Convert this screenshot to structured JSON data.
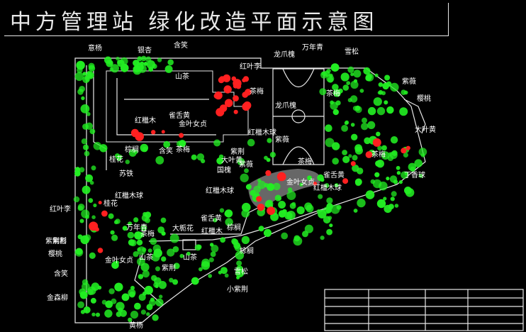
{
  "title": "中方管理站 绿化改造平面示意图",
  "labels": [
    {
      "id": "l1",
      "text": "意杨",
      "color": "white"
    },
    {
      "id": "l2",
      "text": "银杏",
      "color": "white"
    },
    {
      "id": "l3",
      "text": "含笑",
      "color": "white"
    },
    {
      "id": "l4",
      "text": "山茶",
      "color": "white"
    },
    {
      "id": "l5",
      "text": "红叶李",
      "color": "white"
    },
    {
      "id": "l6",
      "text": "龙爪槐",
      "color": "white"
    },
    {
      "id": "l7",
      "text": "万年青",
      "color": "white"
    },
    {
      "id": "l8",
      "text": "雪松",
      "color": "white"
    },
    {
      "id": "l9",
      "text": "茶梅",
      "color": "white"
    },
    {
      "id": "l10",
      "text": "茶梅",
      "color": "white"
    },
    {
      "id": "l11",
      "text": "樱桃",
      "color": "white"
    },
    {
      "id": "l12",
      "text": "紫薇",
      "color": "white"
    },
    {
      "id": "l13",
      "text": "红檵木",
      "color": "white"
    },
    {
      "id": "l14",
      "text": "雀舌黄",
      "color": "white"
    },
    {
      "id": "l15",
      "text": "金叶女贞",
      "color": "white"
    },
    {
      "id": "l16",
      "text": "龙爪槐",
      "color": "white"
    },
    {
      "id": "l17",
      "text": "红檵木球",
      "color": "white"
    },
    {
      "id": "l18",
      "text": "含笑",
      "color": "white"
    },
    {
      "id": "l19",
      "text": "茶梅",
      "color": "white"
    },
    {
      "id": "l20",
      "text": "桂花",
      "color": "white"
    },
    {
      "id": "l21",
      "text": "苏铁",
      "color": "white"
    },
    {
      "id": "l22",
      "text": "红檵木球",
      "color": "white"
    },
    {
      "id": "l23",
      "text": "棕榈",
      "color": "white"
    },
    {
      "id": "l24",
      "text": "紫薇",
      "color": "white"
    },
    {
      "id": "l25",
      "text": "大叶黄",
      "color": "white"
    },
    {
      "id": "l26",
      "text": "丁香球",
      "color": "white"
    },
    {
      "id": "l27",
      "text": "茶梅",
      "color": "white"
    },
    {
      "id": "l28",
      "text": "紫荆",
      "color": "white"
    },
    {
      "id": "l29",
      "text": "大叶黄",
      "color": "white"
    },
    {
      "id": "l30",
      "text": "雀舌黄",
      "color": "white"
    },
    {
      "id": "l31",
      "text": "金叶女贞",
      "color": "white"
    },
    {
      "id": "l32",
      "text": "红檵木球",
      "color": "white"
    },
    {
      "id": "l33",
      "text": "桂花",
      "color": "white"
    },
    {
      "id": "l34",
      "text": "茶梅",
      "color": "white"
    },
    {
      "id": "l35",
      "text": "紫薇",
      "color": "white"
    },
    {
      "id": "l36",
      "text": "国槐",
      "color": "white"
    },
    {
      "id": "l37",
      "text": "红檵木球",
      "color": "white"
    },
    {
      "id": "l38",
      "text": "万年青",
      "color": "white"
    },
    {
      "id": "l39",
      "text": "茶梅",
      "color": "white"
    },
    {
      "id": "l40",
      "text": "大栀花",
      "color": "white"
    },
    {
      "id": "l41",
      "text": "雀舌黄",
      "color": "white"
    },
    {
      "id": "l42",
      "text": "红檵木",
      "color": "white"
    },
    {
      "id": "l43",
      "text": "棕榈",
      "color": "white"
    },
    {
      "id": "l44",
      "text": "金叶女贞",
      "color": "white"
    },
    {
      "id": "l45",
      "text": "山茶",
      "color": "white"
    },
    {
      "id": "l46",
      "text": "山茶",
      "color": "white"
    },
    {
      "id": "l47",
      "text": "棕榈",
      "color": "white"
    },
    {
      "id": "l48",
      "text": "紫荆",
      "color": "white"
    },
    {
      "id": "l49",
      "text": "雪松",
      "color": "white"
    },
    {
      "id": "l50",
      "text": "小紫荆",
      "color": "white"
    },
    {
      "id": "l51",
      "text": "红叶李",
      "color": "white"
    },
    {
      "id": "l52",
      "text": "紫荆",
      "color": "white"
    },
    {
      "id": "l53",
      "text": "紫荆杉",
      "color": "white"
    },
    {
      "id": "l54",
      "text": "含笑",
      "color": "white"
    },
    {
      "id": "l55",
      "text": "樱桃",
      "color": "white"
    },
    {
      "id": "l56",
      "text": "金森柳",
      "color": "white"
    },
    {
      "id": "l57",
      "text": "黄杨",
      "color": "white"
    }
  ],
  "colors": {
    "tree": "#22ee22",
    "accent_red": "#ff2020",
    "outline": "#e8e8e8",
    "label": "#ffe800"
  }
}
